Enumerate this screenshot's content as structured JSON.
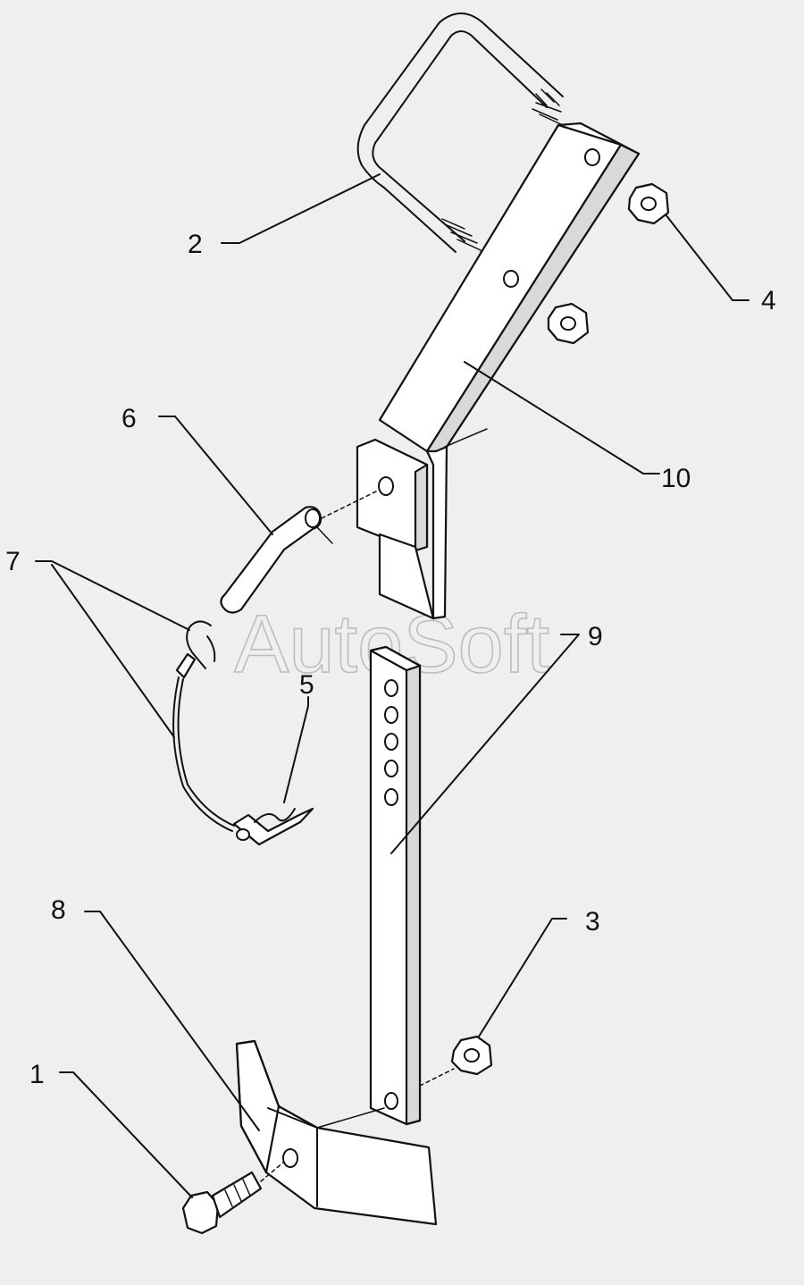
{
  "watermark": "AutoSoft",
  "callouts": [
    {
      "id": "1",
      "text": "1"
    },
    {
      "id": "2",
      "text": "2"
    },
    {
      "id": "3",
      "text": "3"
    },
    {
      "id": "4",
      "text": "4"
    },
    {
      "id": "5",
      "text": "5"
    },
    {
      "id": "6",
      "text": "6"
    },
    {
      "id": "7",
      "text": "7"
    },
    {
      "id": "8",
      "text": "8"
    },
    {
      "id": "9",
      "text": "9"
    },
    {
      "id": "10",
      "text": "10"
    }
  ],
  "colors": {
    "background": "#efefef",
    "ink": "#111111",
    "watermark": "#bdbdbd"
  }
}
